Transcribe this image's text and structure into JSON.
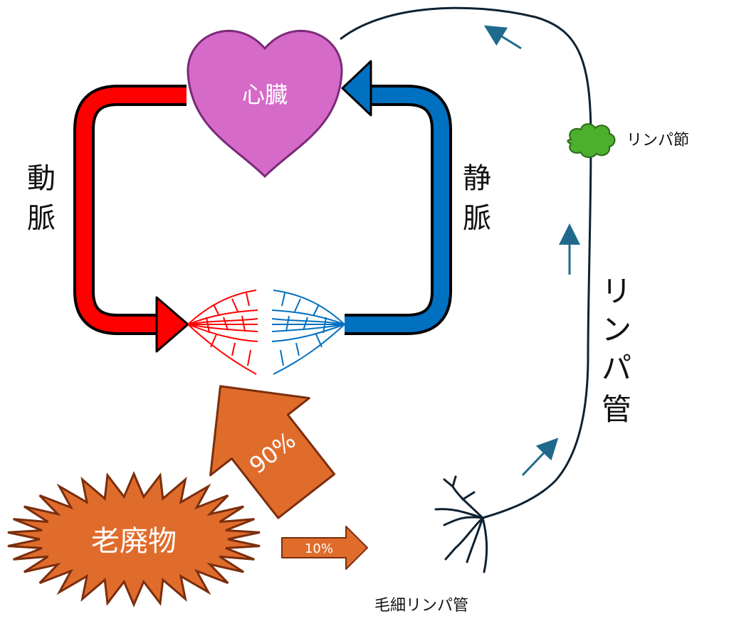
{
  "labels": {
    "heart": "心臓",
    "artery": [
      "動",
      "脈"
    ],
    "vein": [
      "静",
      "脈"
    ],
    "lymph_node": "リンパ節",
    "lymph_vessel": [
      "リ",
      "ン",
      "パ",
      "管"
    ],
    "lymph_capillary": "毛細リンパ管",
    "waste": "老廃物",
    "to_vein_percent": "90%",
    "to_lymph_percent": "10%"
  },
  "colors": {
    "artery": "#ff0000",
    "vein": "#0070c0",
    "heart": "#d66ac8",
    "heart_stroke": "#7a2a78",
    "waste": "#e06c2c",
    "waste_stroke": "#7a2e0e",
    "lymph_line": "#0e2232",
    "lymph_node": "#4caf2e",
    "flow_arrow": "#1f6a8c"
  }
}
